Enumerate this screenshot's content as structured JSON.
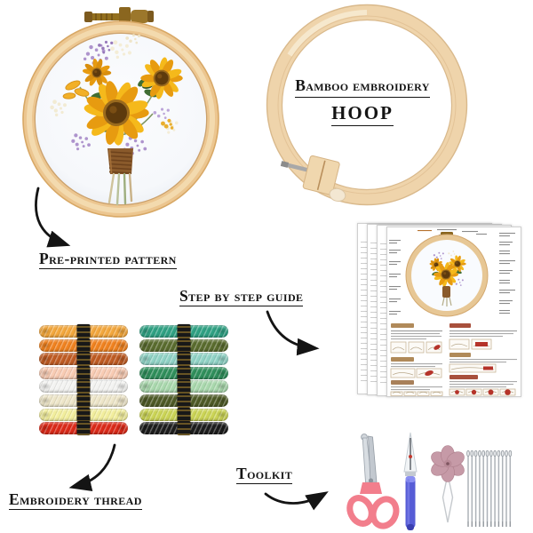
{
  "page": {
    "background": "#ffffff",
    "ink": "#141414"
  },
  "sections": {
    "pattern_hoop": {
      "label": "Pre-printed pattern",
      "description_icon": "embroidery-hoop-with-sunflower-bouquet"
    },
    "bamboo_hoop": {
      "label_line1": "Bamboo embroidery",
      "label_line2": "HOOP",
      "description_icon": "empty-bamboo-hoop"
    },
    "guide": {
      "label": "Step by step guide",
      "page_count": 4
    },
    "thread": {
      "label": "Embroidery thread",
      "skein_count": 16,
      "skeins_left": [
        {
          "name": "golden-yellow",
          "hex": "#F3A73C"
        },
        {
          "name": "orange",
          "hex": "#F0821F"
        },
        {
          "name": "burnt-orange",
          "hex": "#BF5B22"
        },
        {
          "name": "peach",
          "hex": "#F8CBB3"
        },
        {
          "name": "white",
          "hex": "#F3F3F1"
        },
        {
          "name": "cream",
          "hex": "#EDE5C8"
        },
        {
          "name": "pale-yellow",
          "hex": "#F2EE9D"
        },
        {
          "name": "red",
          "hex": "#DC2918"
        }
      ],
      "skeins_right": [
        {
          "name": "teal-green",
          "hex": "#2FA183"
        },
        {
          "name": "dark-olive",
          "hex": "#5A6C2E"
        },
        {
          "name": "aqua-mint",
          "hex": "#90D3C6"
        },
        {
          "name": "jade-green",
          "hex": "#2F8F5B"
        },
        {
          "name": "mint",
          "hex": "#A9D8AD"
        },
        {
          "name": "moss-green",
          "hex": "#4E5A26"
        },
        {
          "name": "chartreuse",
          "hex": "#CBD455"
        },
        {
          "name": "black",
          "hex": "#1D1D1D"
        }
      ]
    },
    "toolkit": {
      "label": "Toolkit",
      "tools": [
        "scissors",
        "seam-ripper",
        "flower-needle-threader",
        "needles"
      ],
      "needle_count": 12,
      "scissors_hex": "#F27E8C",
      "ripper_hex": "#565CD6",
      "threader_hex": "#C69AA7"
    }
  },
  "colors": {
    "wood": "#ECC690",
    "wood_pale": "#F0D6AC",
    "fabric": "#F8FAFD",
    "sunflower": "#F5B91B",
    "sunflower_deep": "#E79B10",
    "disc_brown": "#5D3A0D",
    "lavender": "#A78BC9",
    "leaf_green": "#3F6D33",
    "stem_brown": "#8A5A2B",
    "accent_red": "#B5332A",
    "guide_tan": "#B08A5A"
  }
}
